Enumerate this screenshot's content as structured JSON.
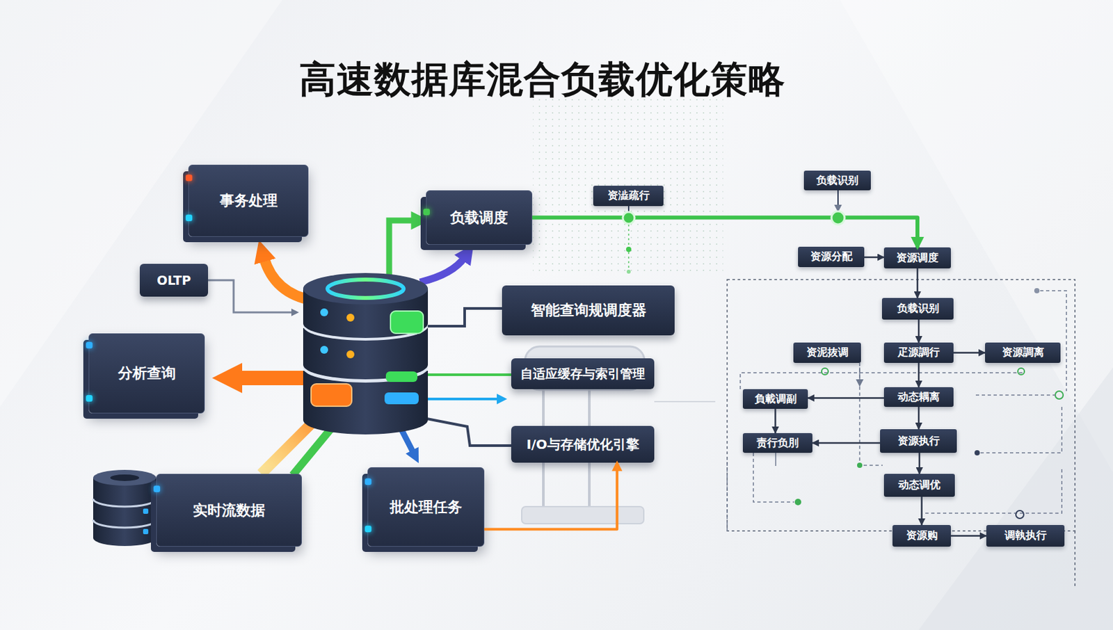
{
  "diagram": {
    "title": "高速数据库混合负载优化策略",
    "nodes": [
      {
        "text": [
          "事务处理"
        ]
      },
      {
        "text": [
          "OLTP"
        ]
      },
      {
        "text": [
          "负载调度"
        ]
      },
      {
        "text": [
          "资澁疏行"
        ]
      },
      {
        "text": [
          "负载识别"
        ]
      },
      {
        "text": [
          "智能查询规调度器"
        ]
      },
      {
        "text": [
          "分析查询"
        ]
      },
      {
        "text": [
          "自适应缓存与索引管理"
        ]
      },
      {
        "text": [
          "I/O与存储优化引擎"
        ]
      },
      {
        "text": [
          "实时流数据"
        ]
      },
      {
        "text": [
          "批处理任务"
        ]
      },
      {
        "text": [
          "资源分配"
        ]
      },
      {
        "text": [
          "资源调度"
        ]
      },
      {
        "text": [
          "负载识别"
        ]
      },
      {
        "text": [
          "资泥抜调"
        ]
      },
      {
        "text": [
          "疋源調行"
        ]
      },
      {
        "text": [
          "资源調离"
        ]
      },
      {
        "text": [
          "負載调副"
        ]
      },
      {
        "text": [
          "动态耦离"
        ]
      },
      {
        "text": [
          "责行负刖"
        ]
      },
      {
        "text": [
          "资源执行"
        ]
      },
      {
        "text": [
          "动态调优"
        ]
      },
      {
        "text": [
          "资源购"
        ]
      },
      {
        "text": [
          "调執执行"
        ]
      }
    ],
    "edges": [
      {
        "from": 10,
        "to": 8,
        "arrow": "to"
      },
      {
        "from": 2,
        "to": 12,
        "arrow": "to"
      },
      {
        "from": 11,
        "to": 12,
        "arrow": "to"
      },
      {
        "from": 12,
        "to": 13,
        "arrow": "to"
      },
      {
        "from": 13,
        "to": 15,
        "arrow": "to"
      },
      {
        "from": 15,
        "to": 16,
        "arrow": "to"
      },
      {
        "from": 15,
        "to": 18,
        "arrow": "to"
      },
      {
        "from": 18,
        "to": 20,
        "arrow": "to"
      },
      {
        "from": 20,
        "to": 21,
        "arrow": "to"
      },
      {
        "from": 21,
        "to": 22,
        "arrow": "to"
      },
      {
        "from": 22,
        "to": 23,
        "arrow": "to"
      },
      {
        "from": 17,
        "to": 19,
        "arrow": "to"
      },
      {
        "from": 18,
        "to": 17,
        "arrow": "to"
      },
      {
        "from": 20,
        "to": 19,
        "arrow": "to"
      }
    ]
  }
}
